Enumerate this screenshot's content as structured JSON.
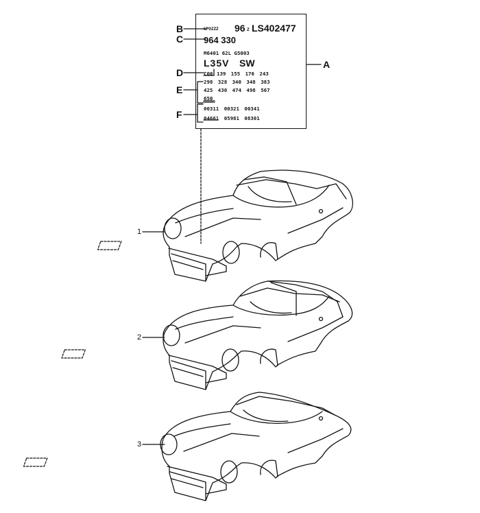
{
  "plate": {
    "vin_prefix": "WPOZZZ",
    "vin_main": "96",
    "vin_small_z": "Z",
    "vin_rest": "LS402477",
    "type_no": "964 330",
    "codes_row": "M6401 62L G5003",
    "paint_code": "L35V",
    "trim_code": "SW",
    "option_c": "C00",
    "options_row1": "139 155 176 243",
    "options_row2": "298 328 340 348 383",
    "options_row3": "425 430 474 498 567",
    "options_row4": "650",
    "f_row1": "00311 00321 00341",
    "f_row2": "04661 05981 08301"
  },
  "callouts": {
    "A": "A",
    "B": "B",
    "C": "C",
    "D": "D",
    "E": "E",
    "F": "F"
  },
  "items": {
    "coupe": "1",
    "targa": "2",
    "cabriolet": "3"
  },
  "icons": {
    "car-body-1": "coupe-body",
    "car-body-2": "targa-body",
    "car-body-3": "cabriolet-body"
  }
}
